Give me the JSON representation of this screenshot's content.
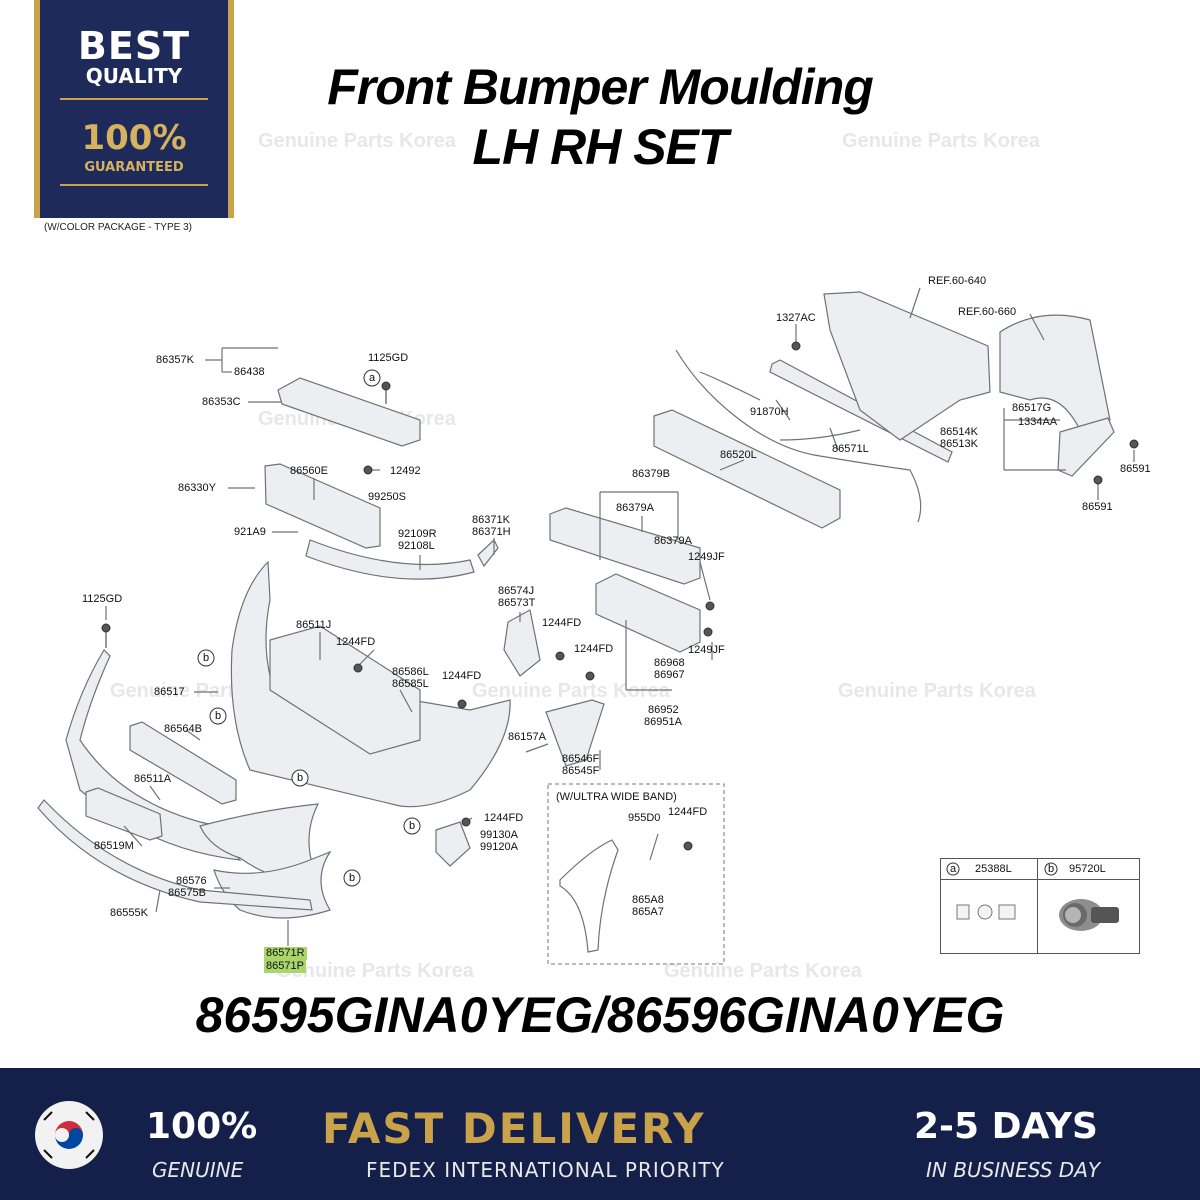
{
  "badge": {
    "line1": "BEST",
    "line2": "QUALITY",
    "line3": "100%",
    "line4": "GUARANTEED",
    "note": "(W/COLOR PACKAGE - TYPE 3)"
  },
  "title": {
    "line1": "Front Bumper Moulding",
    "line2": "LH RH SET"
  },
  "watermark": "Genuine Parts Korea",
  "part_number": "86595GINA0YEG/86596GINA0YEG",
  "labels": {
    "l86357K": "86357K",
    "l86438": "86438",
    "l1125GD_a": "1125GD",
    "l86353C": "86353C",
    "l86330Y": "86330Y",
    "l86560E": "86560E",
    "l12492": "12492",
    "l99250S": "99250S",
    "l921A9": "921A9",
    "l92109R": "92109R",
    "l92108L": "92108L",
    "l86371K": "86371K",
    "l86371H": "86371H",
    "l1125GD_b": "1125GD",
    "l86511J": "86511J",
    "l1244FD_a": "1244FD",
    "l86586L": "86586L",
    "l86585L": "86585L",
    "l1244FD_b": "1244FD",
    "l86517": "86517",
    "l86564B": "86564B",
    "l86511A": "86511A",
    "l86519M": "86519M",
    "l86576": "86576",
    "l86575B": "86575B",
    "l86555K": "86555K",
    "l86571R": "86571R",
    "l86571P": "86571P",
    "l86574J": "86574J",
    "l86573T": "86573T",
    "l1244FD_c": "1244FD",
    "l1244FD_d": "1244FD",
    "l86157A": "86157A",
    "l86546F": "86546F",
    "l86545F": "86545F",
    "l1244FD_e": "1244FD",
    "l99130A": "99130A",
    "l99120A": "99120A",
    "l86379B": "86379B",
    "l86379A_a": "86379A",
    "l86379A_b": "86379A",
    "l1249JF_a": "1249JF",
    "l1249JF_b": "1249JF",
    "l86968": "86968",
    "l86967": "86967",
    "l86952": "86952",
    "l86951A": "86951A",
    "l86520L": "86520L",
    "l91870H": "91870H",
    "l86571L": "86571L",
    "l1327AC": "1327AC",
    "lREF640": "REF.60-640",
    "lREF660": "REF.60-660",
    "l86517G": "86517G",
    "l1334AA": "1334AA",
    "l86514K": "86514K",
    "l86513K": "86513K",
    "l86591_a": "86591",
    "l86591_b": "86591",
    "uwb_title": "(W/ULTRA WIDE BAND)",
    "l955D0": "955D0",
    "l1244FD_f": "1244FD",
    "l865A8": "865A8",
    "l865A7": "865A7"
  },
  "callouts": {
    "a": "a",
    "b": "b"
  },
  "legend": {
    "a_key": "a",
    "a_part": "25388L",
    "b_key": "b",
    "b_part": "95720L"
  },
  "footer": {
    "genuine_big": "100%",
    "genuine_small": "GENUINE",
    "delivery_big": "FAST DELIVERY",
    "delivery_small": "FEDEX INTERNATIONAL PRIORITY",
    "days_big": "2-5 DAYS",
    "days_small": "IN BUSINESS DAY"
  },
  "colors": {
    "navy": "#14204a",
    "gold": "#c9a24a",
    "highlight": "#a9d66b",
    "part_fill": "#e9ebee",
    "part_stroke": "#6e7278"
  },
  "icons": [
    "korea-flag-icon",
    "sensor-icon",
    "warning-label-icon"
  ]
}
